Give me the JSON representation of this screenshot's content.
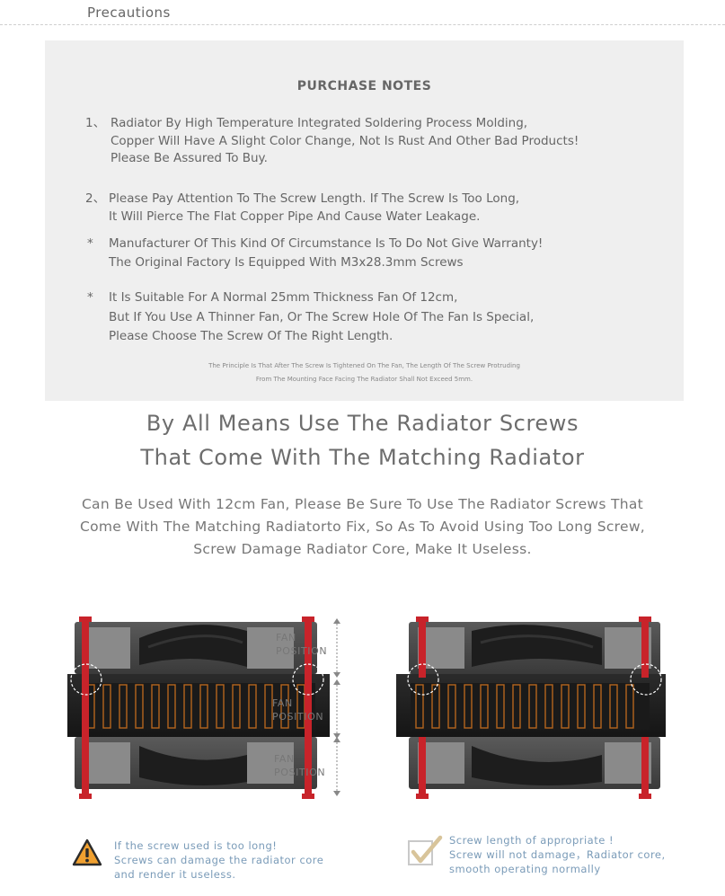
{
  "header": {
    "title": "Precautions"
  },
  "purchase_notes": {
    "heading": "PURCHASE NOTES",
    "notes": [
      {
        "marker": "1、",
        "lines": [
          "Radiator By High Temperature Integrated Soldering Process Molding,",
          "Copper Will Have A Slight Color Change, Not Is Rust And Other Bad Products!",
          "Please Be Assured To Buy."
        ]
      },
      {
        "marker": "2、",
        "lines": [
          "Please Pay Attention To The Screw Length. If The Screw Is Too Long,",
          "It Will Pierce The Flat Copper Pipe And Cause Water Leakage."
        ]
      },
      {
        "marker": "*",
        "lines": [
          "Manufacturer Of This Kind Of Circumstance Is To Do Not Give Warranty!",
          "The Original Factory Is Equipped With M3x28.3mm Screws"
        ]
      },
      {
        "marker": "*",
        "lines": [
          "It Is Suitable For A Normal 25mm Thickness Fan Of 12cm,",
          "But If You Use A Thinner Fan, Or The Screw Hole Of The Fan Is Special,",
          "Please Choose The Screw Of The Right Length."
        ]
      }
    ],
    "fine_print": [
      "The Principle Is That After The Screw Is Tightened On The Fan, The Length Of The Screw Protruding",
      "From The Mounting Face Facing The Radiator Shall Not Exceed 5mm."
    ]
  },
  "main_heading": [
    "By All Means Use The Radiator Screws",
    "That Come With The Matching Radiator"
  ],
  "description": [
    "Can Be Used With 12cm Fan, Please Be Sure To Use The Radiator Screws That",
    "Come With The Matching Radiatorto Fix, So As To Avoid Using Too Long Screw,",
    "Screw Damage Radiator Core, Make It Useless."
  ],
  "diagram": {
    "labels": [
      {
        "line1": "FAN",
        "line2": "POSITION"
      },
      {
        "line1": "FAN",
        "line2": "POSITION"
      },
      {
        "line1": "FAN",
        "line2": "POSITION"
      }
    ]
  },
  "footer": {
    "bad": {
      "icon": "warning-icon",
      "lines": [
        "If the screw used is too long!",
        "Screws can damage the radiator core",
        "and render it useless."
      ]
    },
    "good": {
      "icon": "checkmark-icon",
      "lines": [
        "Screw length of appropriate !",
        "Screw will not damage，Radiator core,",
        "smooth operating normally"
      ]
    }
  },
  "colors": {
    "screw_red": "#c8232a",
    "panel_bg": "#efefef",
    "fin_orange": "#b5651d",
    "footer_text": "#7a9bb8"
  }
}
